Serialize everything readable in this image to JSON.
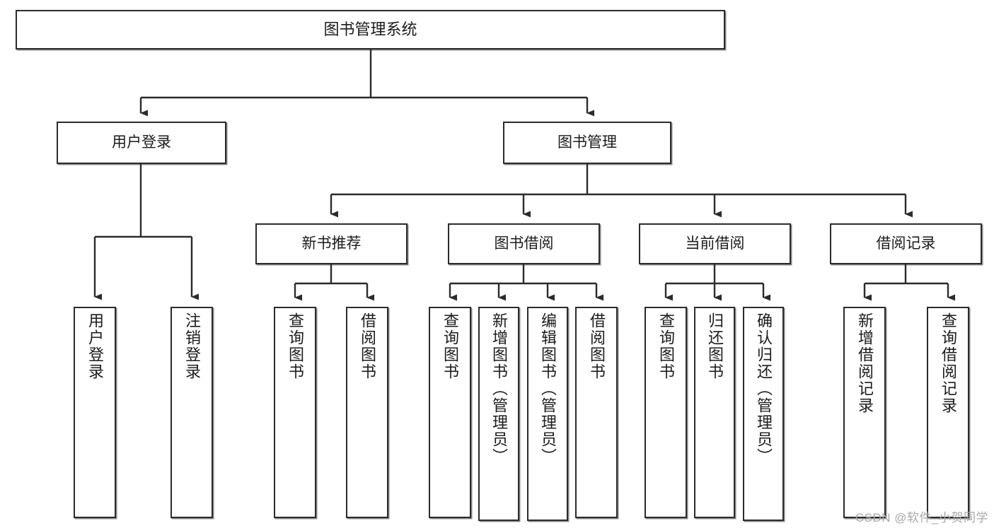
{
  "diagram": {
    "title": "图书管理系统",
    "type": "tree-hierarchy",
    "levels": 4,
    "colors": {
      "box_border": "#2b2b2b",
      "box_fill": "#ffffff",
      "connector": "#2b2b2b",
      "watermark": "#a8a8a8",
      "background": "#ffffff"
    },
    "root": {
      "label": "图书管理系统"
    },
    "level2": [
      {
        "label": "用户登录"
      },
      {
        "label": "图书管理"
      }
    ],
    "level3": [
      {
        "label": "新书推荐"
      },
      {
        "label": "图书借阅"
      },
      {
        "label": "当前借阅"
      },
      {
        "label": "借阅记录"
      }
    ],
    "leaves": {
      "user_login": [
        {
          "label": "用户登录"
        },
        {
          "label": "注销登录"
        }
      ],
      "new_book_recommend": [
        {
          "label": "查询图书"
        },
        {
          "label": "借阅图书"
        }
      ],
      "book_borrow": [
        {
          "label": "查询图书"
        },
        {
          "label": "新增图书（管理员）"
        },
        {
          "label": "编辑图书（管理员）"
        },
        {
          "label": "借阅图书"
        }
      ],
      "current_borrow": [
        {
          "label": "查询图书"
        },
        {
          "label": "归还图书"
        },
        {
          "label": "确认归还（管理员）"
        }
      ],
      "borrow_record": [
        {
          "label": "新增借阅记录"
        },
        {
          "label": "查询借阅记录"
        }
      ]
    },
    "watermark": "CSDN @软件_小贺同学"
  }
}
